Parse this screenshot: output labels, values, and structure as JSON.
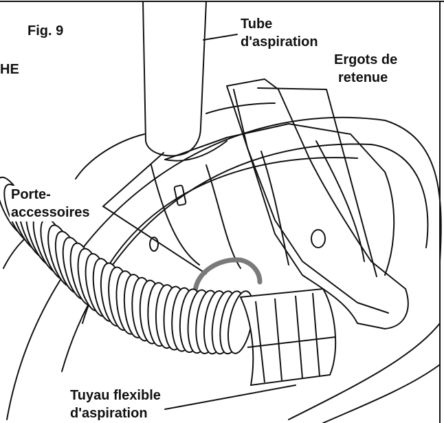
{
  "figure_label": "Fig. 9",
  "edge_fragment": "HE",
  "labels": {
    "suction_tube": [
      "Tube",
      "d'aspiration"
    ],
    "retaining_lugs": [
      "Ergots de",
      "retenue"
    ],
    "accessory_holders": [
      "Porte-",
      "accessoires"
    ],
    "flexible_hose": [
      "Tuyau flexible",
      "d'aspiration"
    ]
  },
  "colors": {
    "ink": "#111111",
    "bracket_gray": "#7a7a7a",
    "paper": "#ffffff"
  }
}
